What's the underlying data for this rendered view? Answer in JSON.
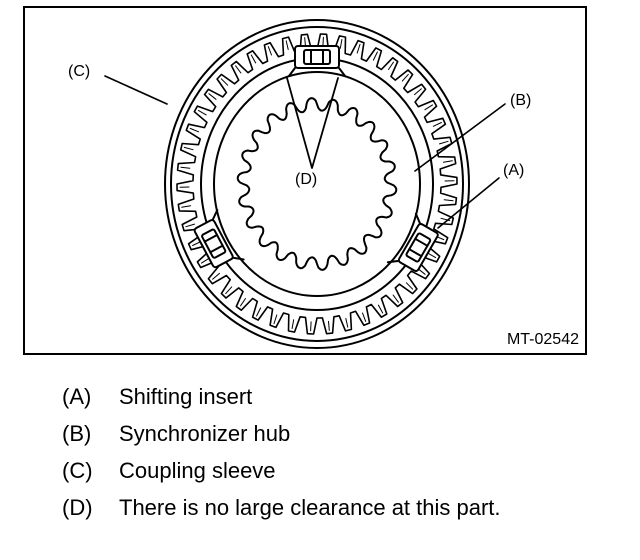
{
  "figure": {
    "code": "MT-02542",
    "callouts": [
      {
        "id": "A",
        "label": "(A)"
      },
      {
        "id": "B",
        "label": "(B)"
      },
      {
        "id": "C",
        "label": "(C)"
      },
      {
        "id": "D",
        "label": "(D)"
      }
    ]
  },
  "legend": [
    {
      "key": "(A)",
      "text": "Shifting insert"
    },
    {
      "key": "(B)",
      "text": "Synchronizer hub"
    },
    {
      "key": "(C)",
      "text": "Coupling sleeve"
    },
    {
      "key": "(D)",
      "text": "There is no large clearance at this part."
    }
  ]
}
